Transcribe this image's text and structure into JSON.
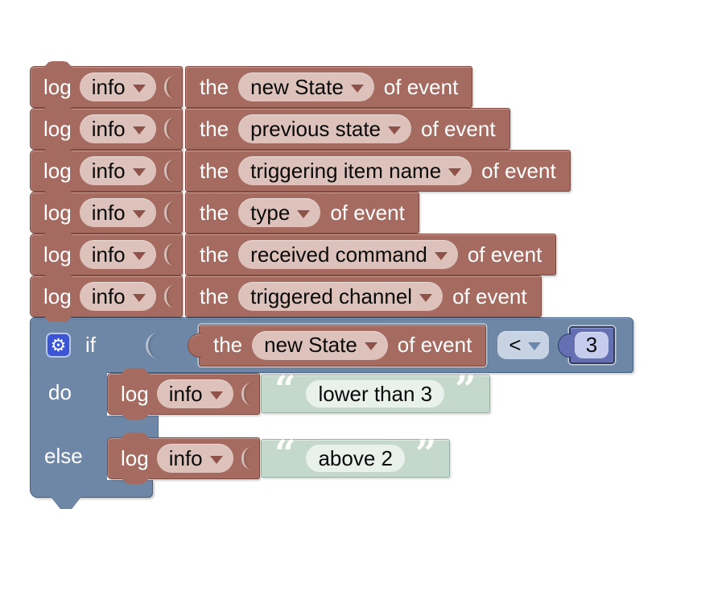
{
  "colors": {
    "block_red": "#a56b60",
    "block_red_border": "#7c4a41",
    "red_pill": "#dcc2bb",
    "red_arrow": "#8f5248",
    "logic_blue": "#6f87a6",
    "logic_blue_border": "#42607f",
    "op_pill": "#c7d2e2",
    "blue_arrow": "#6b89ac",
    "number_blue": "#6570b2",
    "number_border": "#333c69",
    "number_pill": "#c6ccee",
    "string_green": "#c5d8cc",
    "string_pill": "#e9f1ec",
    "gear_blue": "#3c55d5",
    "canvas_bg": "#ffffff"
  },
  "icons": {
    "gear": "⚙",
    "open_quote": "“",
    "close_quote": "”"
  },
  "log_rows": [
    {
      "log_label": "log",
      "level": "info",
      "prefix": "the",
      "selector": "new State",
      "suffix": "of event"
    },
    {
      "log_label": "log",
      "level": "info",
      "prefix": "the",
      "selector": "previous state",
      "suffix": "of event"
    },
    {
      "log_label": "log",
      "level": "info",
      "prefix": "the",
      "selector": "triggering item name",
      "suffix": "of event"
    },
    {
      "log_label": "log",
      "level": "info",
      "prefix": "the",
      "selector": "type",
      "suffix": "of event"
    },
    {
      "log_label": "log",
      "level": "info",
      "prefix": "the",
      "selector": "received command",
      "suffix": "of event"
    },
    {
      "log_label": "log",
      "level": "info",
      "prefix": "the",
      "selector": "triggered channel",
      "suffix": "of event"
    }
  ],
  "if_block": {
    "if_label": "if",
    "do_label": "do",
    "else_label": "else",
    "condition": {
      "prefix": "the",
      "selector": "new State",
      "suffix": "of event",
      "operator": "<",
      "value": "3"
    },
    "do_statement": {
      "log_label": "log",
      "level": "info",
      "text": "lower than 3"
    },
    "else_statement": {
      "log_label": "log",
      "level": "info",
      "text": "above 2"
    }
  }
}
